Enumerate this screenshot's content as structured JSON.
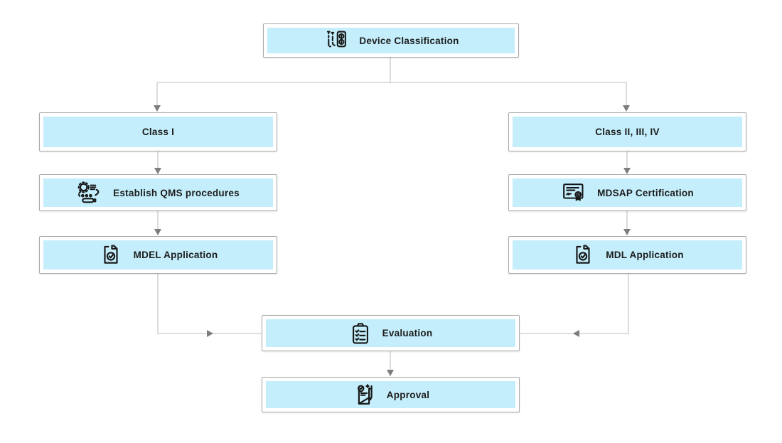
{
  "diagram_title": "Medical device licensing process flowchart",
  "colors": {
    "node_fill": "#c4eefb",
    "node_border": "#a9a9a9",
    "line": "#c9c9c9",
    "arrow": "#7d7d7d",
    "text": "#1c1c1c"
  },
  "nodes": {
    "device_classification": {
      "label": "Device Classification",
      "icon": "medical-device-icon"
    },
    "class_i": {
      "label": "Class I",
      "icon": ""
    },
    "class_ii_iii_iv": {
      "label": "Class II, III, IV",
      "icon": ""
    },
    "establish_qms": {
      "label": "Establish QMS procedures",
      "icon": "gear-process-icon"
    },
    "mdsap_certification": {
      "label": "MDSAP Certification",
      "icon": "certificate-icon"
    },
    "mdel_application": {
      "label": "MDEL Application",
      "icon": "document-check-icon"
    },
    "mdl_application": {
      "label": "MDL Application",
      "icon": "document-check-icon"
    },
    "evaluation": {
      "label": "Evaluation",
      "icon": "clipboard-checklist-icon"
    },
    "approval": {
      "label": "Approval",
      "icon": "document-pen-badge-icon"
    }
  },
  "flow": [
    "Device Classification -> Class I",
    "Device Classification -> Class II, III, IV",
    "Class I -> Establish QMS procedures",
    "Establish QMS procedures -> MDEL Application",
    "Class II, III, IV -> MDSAP Certification",
    "MDSAP Certification -> MDL Application",
    "MDEL Application -> Evaluation",
    "MDL Application -> Evaluation",
    "Evaluation -> Approval"
  ]
}
